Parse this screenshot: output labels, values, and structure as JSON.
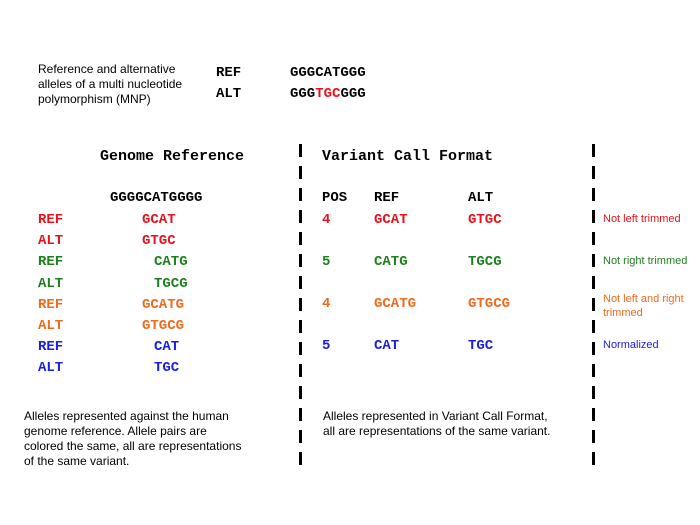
{
  "top": {
    "description_lines": [
      "Reference and alternative",
      "alleles of a multi nucleotide",
      "polymorphism (MNP)"
    ],
    "ref_label": "REF",
    "alt_label": "ALT",
    "ref_seq": "GGGCATGGG",
    "alt_seq_prefix": "GGG",
    "alt_seq_mid": "TGC",
    "alt_seq_suffix": "GGG"
  },
  "genome": {
    "header": "Genome Reference",
    "sequence": "GGGGCATGGGG",
    "rows": [
      {
        "label": "REF",
        "seq": "GCAT",
        "color": "#e8121c"
      },
      {
        "label": "ALT",
        "seq": "GTGC",
        "color": "#e8121c"
      },
      {
        "label": "REF",
        "seq": "CATG",
        "color": "#1e7f1e"
      },
      {
        "label": "ALT",
        "seq": "TGCG",
        "color": "#1e7f1e"
      },
      {
        "label": "REF",
        "seq": "GCATG",
        "color": "#f06a1d"
      },
      {
        "label": "ALT",
        "seq": "GTGCG",
        "color": "#f06a1d"
      },
      {
        "label": "REF",
        "seq": "CAT",
        "color": "#1a1ee0"
      },
      {
        "label": "ALT",
        "seq": "TGC",
        "color": "#1a1ee0"
      }
    ],
    "caption_lines": [
      "Alleles represented against the human",
      "genome reference.  Allele pairs are",
      "colored the same, all are representations",
      "of the same variant."
    ]
  },
  "vcf": {
    "header": "Variant Call Format",
    "columns": [
      "POS",
      "REF",
      "ALT"
    ],
    "rows": [
      {
        "pos": "4",
        "ref": "GCAT",
        "alt": "GTGC",
        "color": "#e8121c",
        "note": "Not left trimmed"
      },
      {
        "pos": "5",
        "ref": "CATG",
        "alt": "TGCG",
        "color": "#1e7f1e",
        "note": "Not right trimmed"
      },
      {
        "pos": "4",
        "ref": "GCATG",
        "alt": "GTGCG",
        "color": "#f06a1d",
        "note": "Not left and right trimmed"
      },
      {
        "pos": "5",
        "ref": "CAT",
        "alt": "TGC",
        "color": "#1a1ee0",
        "note": "Normalized"
      }
    ],
    "caption_lines": [
      "Alleles represented in Variant Call Format,",
      "all are representations of the same variant."
    ]
  },
  "colors": {
    "red": "#e8121c",
    "green": "#1e7f1e",
    "orange": "#f06a1d",
    "blue": "#1a1ee0",
    "highlight": "#e8121c"
  }
}
